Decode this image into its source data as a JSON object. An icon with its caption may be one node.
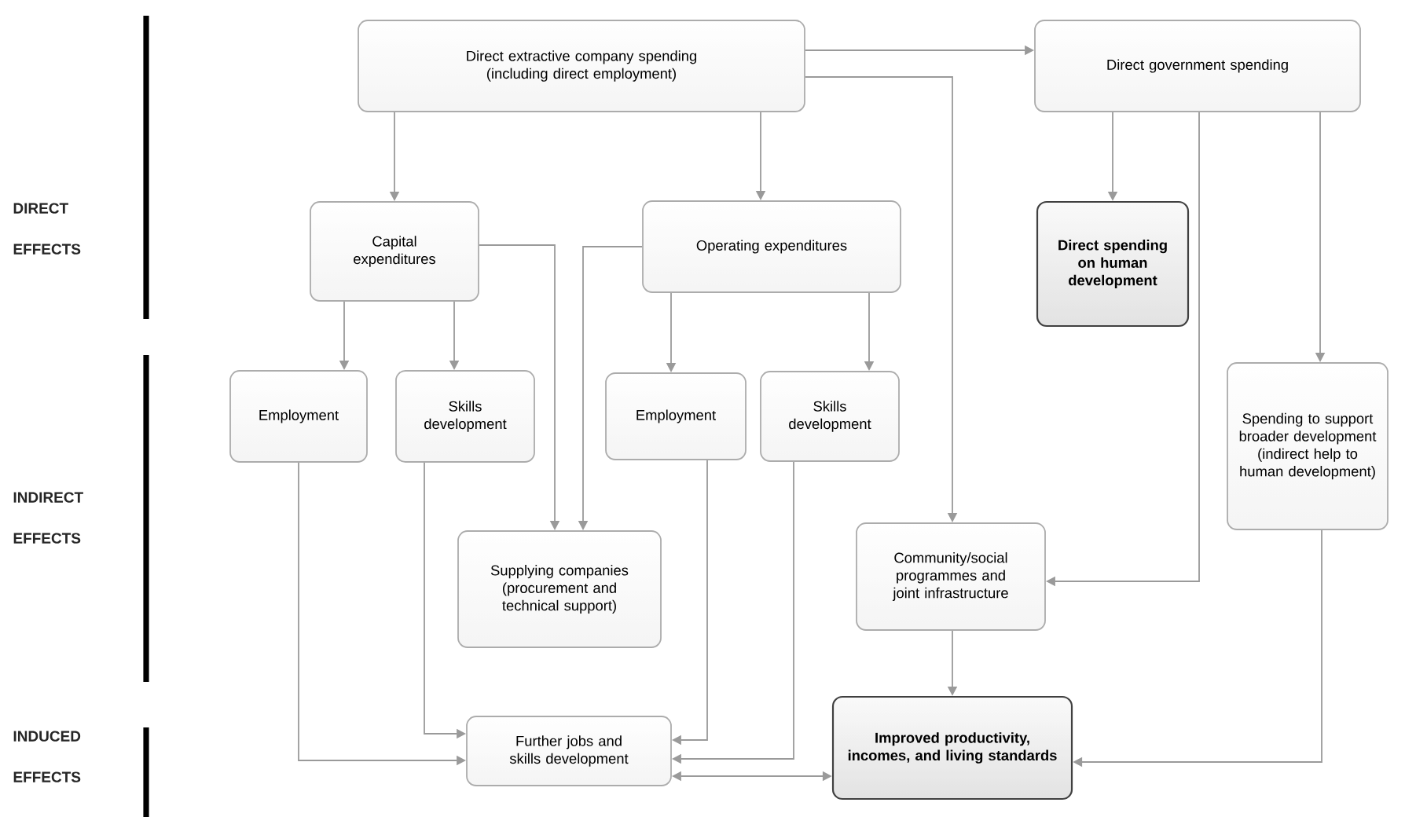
{
  "diagram": {
    "nodes": [
      {
        "text": [
          "Direct extractive company spending (including direct employment)"
        ]
      },
      {
        "text": [
          "Direct government spending"
        ]
      },
      {
        "text": [
          "Capital expenditures"
        ]
      },
      {
        "text": [
          "Operating expenditures"
        ]
      },
      {
        "text": [
          "Direct spending on human development"
        ]
      },
      {
        "text": [
          "Employment"
        ]
      },
      {
        "text": [
          "Skills development"
        ]
      },
      {
        "text": [
          "Employment"
        ]
      },
      {
        "text": [
          "Skills development"
        ]
      },
      {
        "text": [
          "Spending to support broader development (indirect help to human development)"
        ]
      },
      {
        "text": [
          "Supplying companies (procurement and technical support)"
        ]
      },
      {
        "text": [
          "Community/social programmes and joint infrastructure"
        ]
      },
      {
        "text": [
          "Further jobs and skills development"
        ]
      },
      {
        "text": [
          "Improved productivity, incomes, and living standards"
        ]
      }
    ],
    "edges": [
      {
        "from": 0,
        "to": 1,
        "arrow": "to"
      },
      {
        "from": 0,
        "to": 11,
        "arrow": "to"
      },
      {
        "from": 0,
        "to": 2,
        "arrow": "to"
      },
      {
        "from": 0,
        "to": 3,
        "arrow": "to"
      },
      {
        "from": 1,
        "to": 4,
        "arrow": "to"
      },
      {
        "from": 1,
        "to": 11,
        "arrow": "to"
      },
      {
        "from": 1,
        "to": 9,
        "arrow": "to"
      },
      {
        "from": 2,
        "to": 5,
        "arrow": "to"
      },
      {
        "from": 2,
        "to": 6,
        "arrow": "to"
      },
      {
        "from": 2,
        "to": 10,
        "arrow": "to"
      },
      {
        "from": 3,
        "to": 10,
        "arrow": "to"
      },
      {
        "from": 3,
        "to": 7,
        "arrow": "to"
      },
      {
        "from": 3,
        "to": 8,
        "arrow": "to"
      },
      {
        "from": 5,
        "to": 12,
        "arrow": "to"
      },
      {
        "from": 6,
        "to": 12,
        "arrow": "to"
      },
      {
        "from": 7,
        "to": 12,
        "arrow": "to"
      },
      {
        "from": 8,
        "to": 12,
        "arrow": "to"
      },
      {
        "from": 12,
        "to": 13,
        "arrow": "both"
      },
      {
        "from": 11,
        "to": 13,
        "arrow": "to"
      },
      {
        "from": 9,
        "to": 13,
        "arrow": "to"
      }
    ],
    "labels": [
      "DIRECT EFFECTS",
      "INDIRECT EFFECTS",
      "INDUCED EFFECTS"
    ]
  }
}
